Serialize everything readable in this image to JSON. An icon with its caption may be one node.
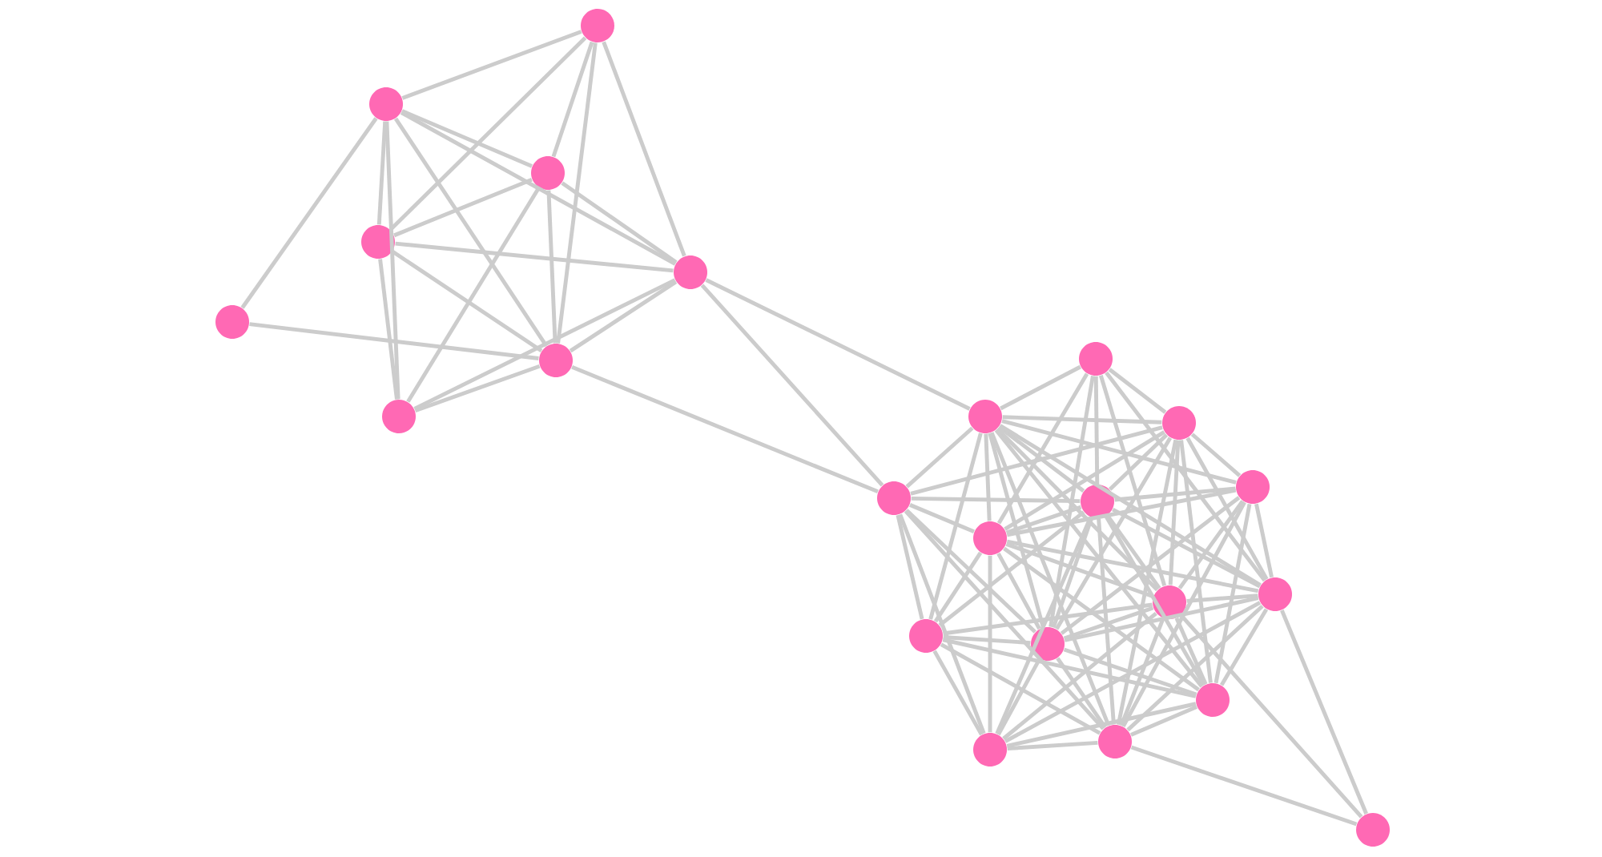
{
  "diagram": {
    "nodes": [
      {
        "text": [],
        "shape": "circle"
      },
      {
        "text": [],
        "shape": "circle"
      },
      {
        "text": [],
        "shape": "circle"
      },
      {
        "text": [],
        "shape": "circle"
      },
      {
        "text": [],
        "shape": "circle"
      },
      {
        "text": [],
        "shape": "circle"
      },
      {
        "text": [],
        "shape": "circle"
      },
      {
        "text": [],
        "shape": "circle"
      },
      {
        "text": [],
        "shape": "circle"
      },
      {
        "text": [],
        "shape": "circle"
      },
      {
        "text": [],
        "shape": "circle"
      },
      {
        "text": [],
        "shape": "circle"
      },
      {
        "text": [],
        "shape": "circle"
      },
      {
        "text": [],
        "shape": "circle"
      },
      {
        "text": [],
        "shape": "circle"
      },
      {
        "text": [],
        "shape": "circle"
      },
      {
        "text": [],
        "shape": "circle"
      },
      {
        "text": [],
        "shape": "circle"
      },
      {
        "text": [],
        "shape": "circle"
      },
      {
        "text": [],
        "shape": "circle"
      },
      {
        "text": [],
        "shape": "circle"
      },
      {
        "text": [],
        "shape": "circle"
      },
      {
        "text": [],
        "shape": "circle"
      }
    ],
    "edges": [
      {
        "from": 0,
        "to": 1,
        "arrow": "none"
      },
      {
        "from": 0,
        "to": 2,
        "arrow": "none"
      },
      {
        "from": 0,
        "to": 3,
        "arrow": "none"
      },
      {
        "from": 0,
        "to": 4,
        "arrow": "none"
      },
      {
        "from": 0,
        "to": 7,
        "arrow": "none"
      },
      {
        "from": 1,
        "to": 2,
        "arrow": "none"
      },
      {
        "from": 1,
        "to": 3,
        "arrow": "none"
      },
      {
        "from": 1,
        "to": 4,
        "arrow": "none"
      },
      {
        "from": 1,
        "to": 5,
        "arrow": "none"
      },
      {
        "from": 1,
        "to": 7,
        "arrow": "none"
      },
      {
        "from": 1,
        "to": 8,
        "arrow": "none"
      },
      {
        "from": 2,
        "to": 3,
        "arrow": "none"
      },
      {
        "from": 2,
        "to": 4,
        "arrow": "none"
      },
      {
        "from": 2,
        "to": 7,
        "arrow": "none"
      },
      {
        "from": 2,
        "to": 8,
        "arrow": "none"
      },
      {
        "from": 3,
        "to": 4,
        "arrow": "none"
      },
      {
        "from": 3,
        "to": 7,
        "arrow": "none"
      },
      {
        "from": 3,
        "to": 8,
        "arrow": "none"
      },
      {
        "from": 4,
        "to": 7,
        "arrow": "none"
      },
      {
        "from": 4,
        "to": 8,
        "arrow": "none"
      },
      {
        "from": 5,
        "to": 7,
        "arrow": "none"
      },
      {
        "from": 7,
        "to": 8,
        "arrow": "none"
      },
      {
        "from": 4,
        "to": 9,
        "arrow": "none"
      },
      {
        "from": 4,
        "to": 12,
        "arrow": "none"
      },
      {
        "from": 7,
        "to": 12,
        "arrow": "none"
      },
      {
        "from": 6,
        "to": 9,
        "arrow": "none"
      },
      {
        "from": 6,
        "to": 10,
        "arrow": "none"
      },
      {
        "from": 6,
        "to": 13,
        "arrow": "none"
      },
      {
        "from": 6,
        "to": 14,
        "arrow": "none"
      },
      {
        "from": 6,
        "to": 15,
        "arrow": "none"
      },
      {
        "from": 6,
        "to": 16,
        "arrow": "none"
      },
      {
        "from": 6,
        "to": 18,
        "arrow": "none"
      },
      {
        "from": 9,
        "to": 10,
        "arrow": "none"
      },
      {
        "from": 9,
        "to": 11,
        "arrow": "none"
      },
      {
        "from": 9,
        "to": 12,
        "arrow": "none"
      },
      {
        "from": 9,
        "to": 13,
        "arrow": "none"
      },
      {
        "from": 9,
        "to": 14,
        "arrow": "none"
      },
      {
        "from": 9,
        "to": 15,
        "arrow": "none"
      },
      {
        "from": 9,
        "to": 16,
        "arrow": "none"
      },
      {
        "from": 9,
        "to": 17,
        "arrow": "none"
      },
      {
        "from": 9,
        "to": 18,
        "arrow": "none"
      },
      {
        "from": 9,
        "to": 19,
        "arrow": "none"
      },
      {
        "from": 9,
        "to": 20,
        "arrow": "none"
      },
      {
        "from": 10,
        "to": 11,
        "arrow": "none"
      },
      {
        "from": 10,
        "to": 12,
        "arrow": "none"
      },
      {
        "from": 10,
        "to": 13,
        "arrow": "none"
      },
      {
        "from": 10,
        "to": 14,
        "arrow": "none"
      },
      {
        "from": 10,
        "to": 15,
        "arrow": "none"
      },
      {
        "from": 10,
        "to": 16,
        "arrow": "none"
      },
      {
        "from": 10,
        "to": 18,
        "arrow": "none"
      },
      {
        "from": 10,
        "to": 19,
        "arrow": "none"
      },
      {
        "from": 10,
        "to": 20,
        "arrow": "none"
      },
      {
        "from": 11,
        "to": 13,
        "arrow": "none"
      },
      {
        "from": 11,
        "to": 14,
        "arrow": "none"
      },
      {
        "from": 11,
        "to": 15,
        "arrow": "none"
      },
      {
        "from": 11,
        "to": 16,
        "arrow": "none"
      },
      {
        "from": 11,
        "to": 18,
        "arrow": "none"
      },
      {
        "from": 11,
        "to": 19,
        "arrow": "none"
      },
      {
        "from": 11,
        "to": 20,
        "arrow": "none"
      },
      {
        "from": 12,
        "to": 13,
        "arrow": "none"
      },
      {
        "from": 12,
        "to": 14,
        "arrow": "none"
      },
      {
        "from": 12,
        "to": 17,
        "arrow": "none"
      },
      {
        "from": 12,
        "to": 18,
        "arrow": "none"
      },
      {
        "from": 12,
        "to": 20,
        "arrow": "none"
      },
      {
        "from": 12,
        "to": 21,
        "arrow": "none"
      },
      {
        "from": 13,
        "to": 14,
        "arrow": "none"
      },
      {
        "from": 13,
        "to": 15,
        "arrow": "none"
      },
      {
        "from": 13,
        "to": 16,
        "arrow": "none"
      },
      {
        "from": 13,
        "to": 17,
        "arrow": "none"
      },
      {
        "from": 13,
        "to": 18,
        "arrow": "none"
      },
      {
        "from": 13,
        "to": 19,
        "arrow": "none"
      },
      {
        "from": 13,
        "to": 20,
        "arrow": "none"
      },
      {
        "from": 13,
        "to": 21,
        "arrow": "none"
      },
      {
        "from": 14,
        "to": 15,
        "arrow": "none"
      },
      {
        "from": 14,
        "to": 16,
        "arrow": "none"
      },
      {
        "from": 14,
        "to": 17,
        "arrow": "none"
      },
      {
        "from": 14,
        "to": 18,
        "arrow": "none"
      },
      {
        "from": 14,
        "to": 19,
        "arrow": "none"
      },
      {
        "from": 14,
        "to": 21,
        "arrow": "none"
      },
      {
        "from": 15,
        "to": 16,
        "arrow": "none"
      },
      {
        "from": 15,
        "to": 18,
        "arrow": "none"
      },
      {
        "from": 15,
        "to": 19,
        "arrow": "none"
      },
      {
        "from": 15,
        "to": 20,
        "arrow": "none"
      },
      {
        "from": 15,
        "to": 21,
        "arrow": "none"
      },
      {
        "from": 16,
        "to": 17,
        "arrow": "none"
      },
      {
        "from": 16,
        "to": 18,
        "arrow": "none"
      },
      {
        "from": 16,
        "to": 19,
        "arrow": "none"
      },
      {
        "from": 16,
        "to": 20,
        "arrow": "none"
      },
      {
        "from": 16,
        "to": 21,
        "arrow": "none"
      },
      {
        "from": 17,
        "to": 18,
        "arrow": "none"
      },
      {
        "from": 17,
        "to": 19,
        "arrow": "none"
      },
      {
        "from": 17,
        "to": 20,
        "arrow": "none"
      },
      {
        "from": 17,
        "to": 21,
        "arrow": "none"
      },
      {
        "from": 18,
        "to": 19,
        "arrow": "none"
      },
      {
        "from": 18,
        "to": 20,
        "arrow": "none"
      },
      {
        "from": 18,
        "to": 21,
        "arrow": "none"
      },
      {
        "from": 19,
        "to": 20,
        "arrow": "none"
      },
      {
        "from": 19,
        "to": 21,
        "arrow": "none"
      },
      {
        "from": 20,
        "to": 21,
        "arrow": "none"
      },
      {
        "from": 15,
        "to": 22,
        "arrow": "none"
      },
      {
        "from": 16,
        "to": 22,
        "arrow": "none"
      },
      {
        "from": 20,
        "to": 22,
        "arrow": "none"
      }
    ]
  }
}
